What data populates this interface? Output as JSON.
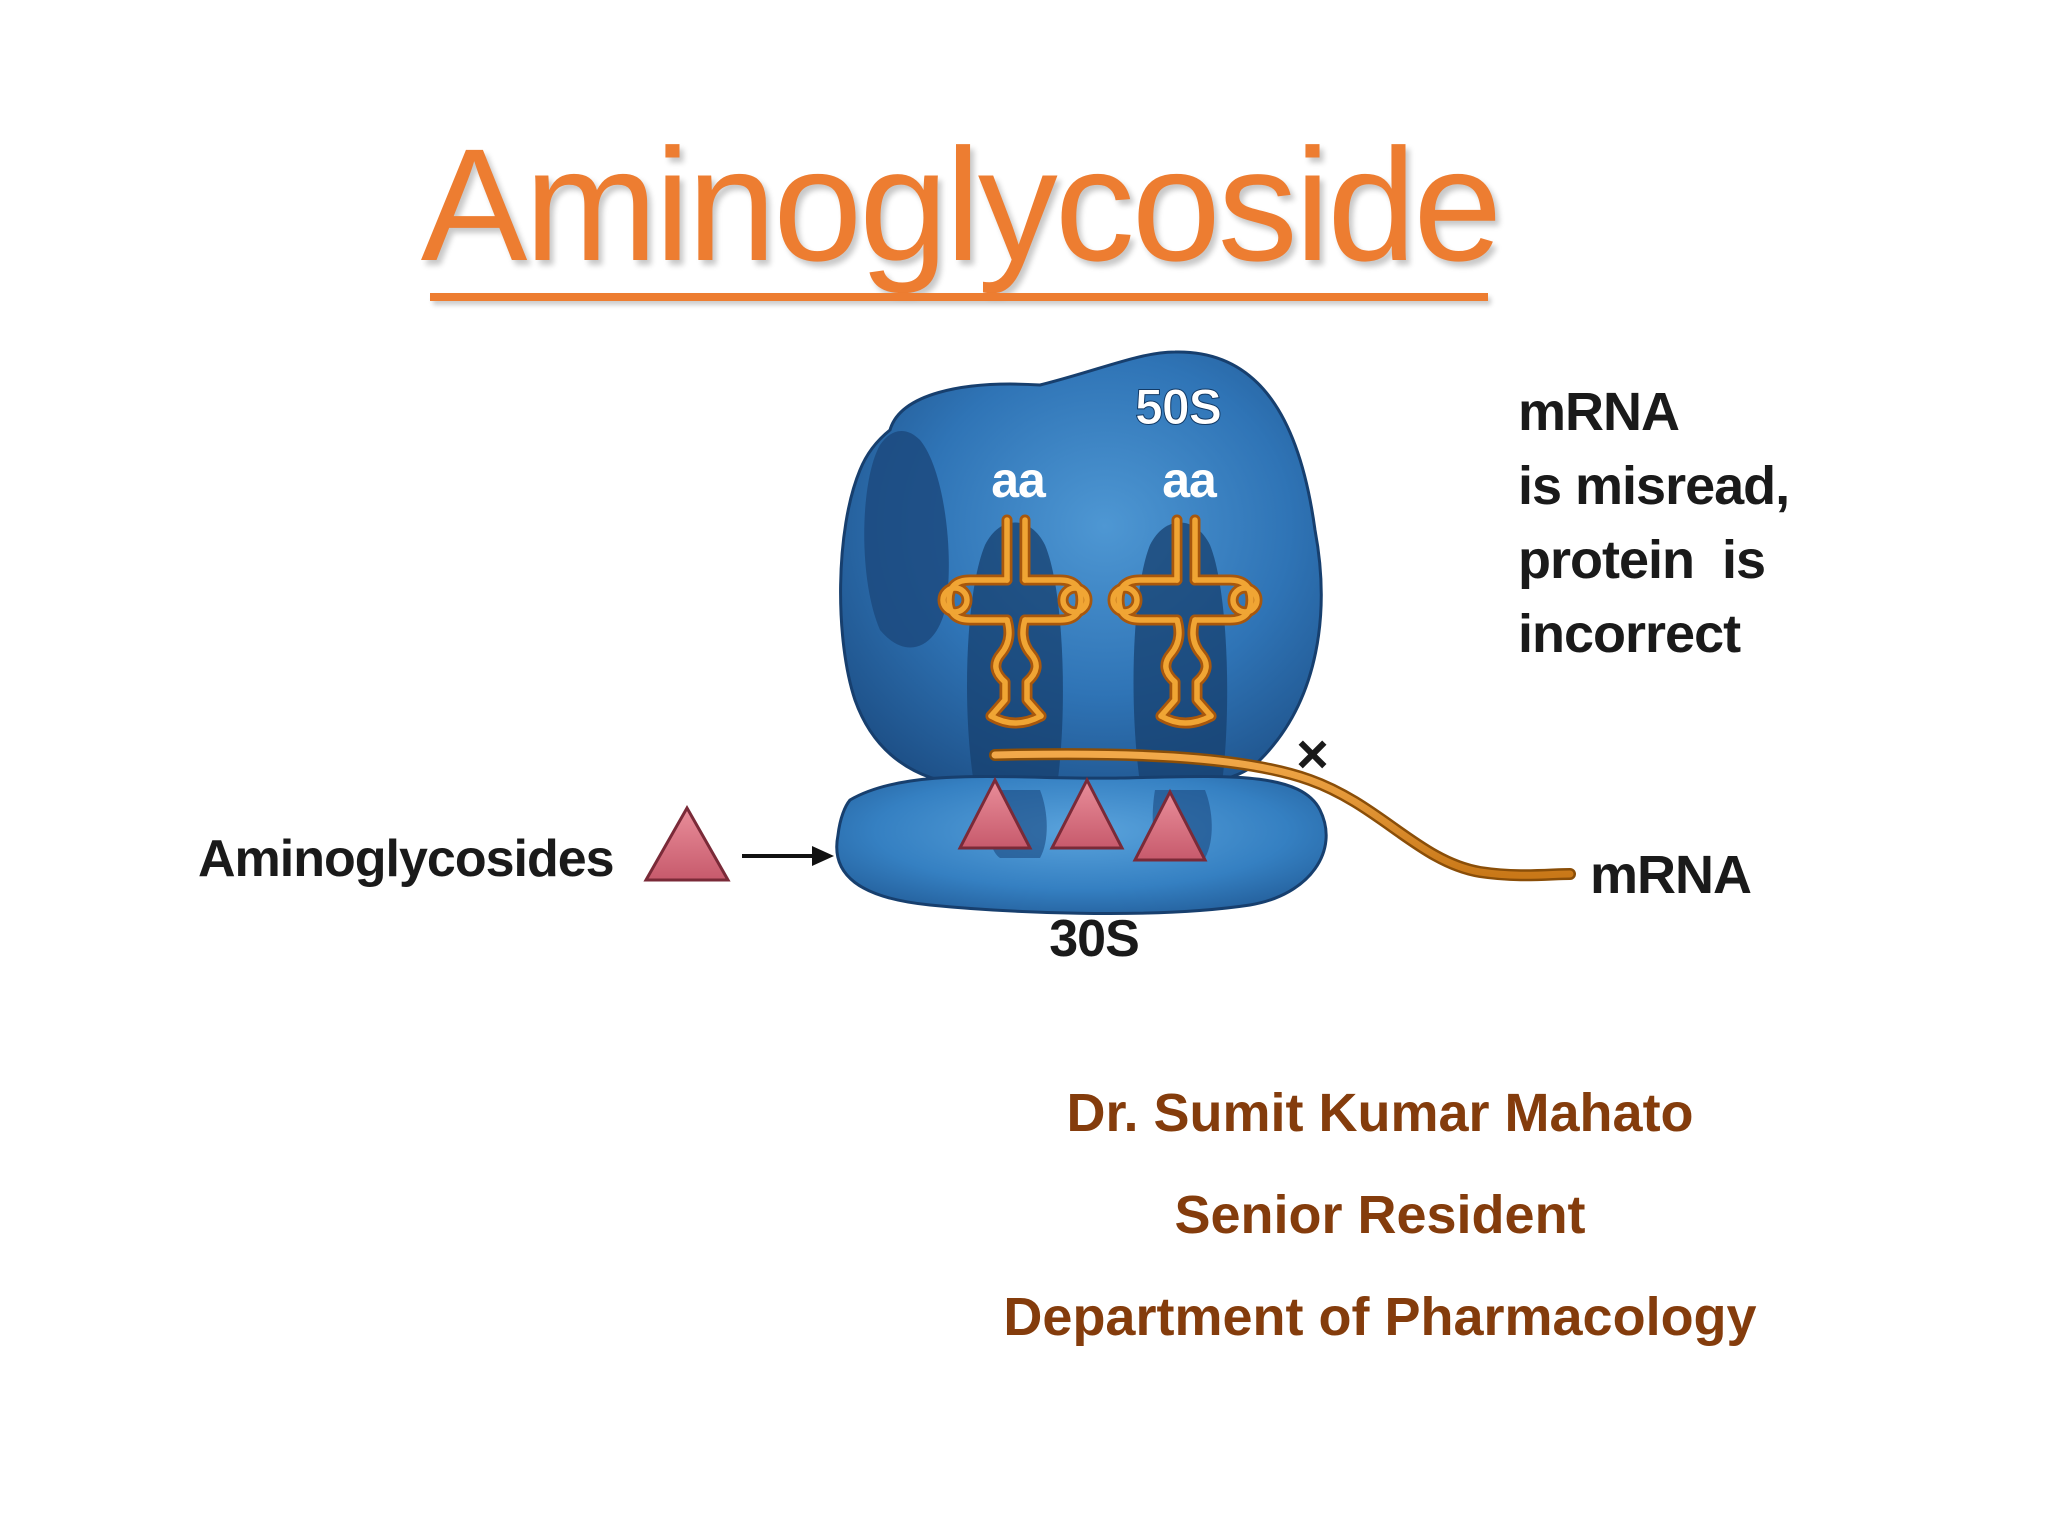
{
  "slide": {
    "title": "Aminoglycoside",
    "author": {
      "name": "Dr. Sumit Kumar Mahato",
      "role": "Senior Resident",
      "department": "Department of Pharmacology"
    }
  },
  "diagram": {
    "large_subunit_label": "50S",
    "small_subunit_label": "30S",
    "trna_left_label": "aa",
    "trna_right_label": "aa",
    "drug_label": "Aminoglycosides",
    "mrna_label": "mRNA",
    "blocked_mark": "×",
    "note_lines": [
      "mRNA",
      "is misread,",
      "protein  is",
      "incorrect"
    ],
    "colors": {
      "title": "#ED7D31",
      "author_text": "#843C0C",
      "ribosome_blue": "#2E6DA8",
      "trna_orange": "#E8952A",
      "drug_pink": "#D9707E"
    },
    "icons": [
      "ribosome-50s-shape",
      "ribosome-30s-shape",
      "trna-cloverleaf-icon",
      "aminoglycoside-triangle-icon",
      "arrow-right-icon",
      "mrna-strand",
      "blocked-x-icon"
    ]
  }
}
